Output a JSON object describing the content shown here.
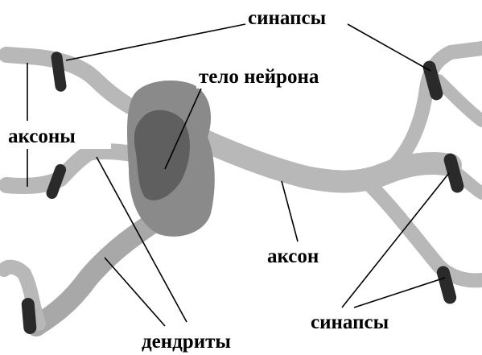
{
  "labels": {
    "synapses_top": "синапсы",
    "neuron_body": "тело нейрона",
    "axons": "аксоны",
    "axon": "аксон",
    "synapses_bottom": "синапсы",
    "dendrites": "дендриты"
  },
  "colors": {
    "background": "#ffffff",
    "process": "#b8b8b8",
    "process_dark": "#9a9a9a",
    "soma_outer": "#8a8a8a",
    "soma_inner": "#5f5f5f",
    "synapse": "#2a2a2a",
    "text": "#000000"
  }
}
